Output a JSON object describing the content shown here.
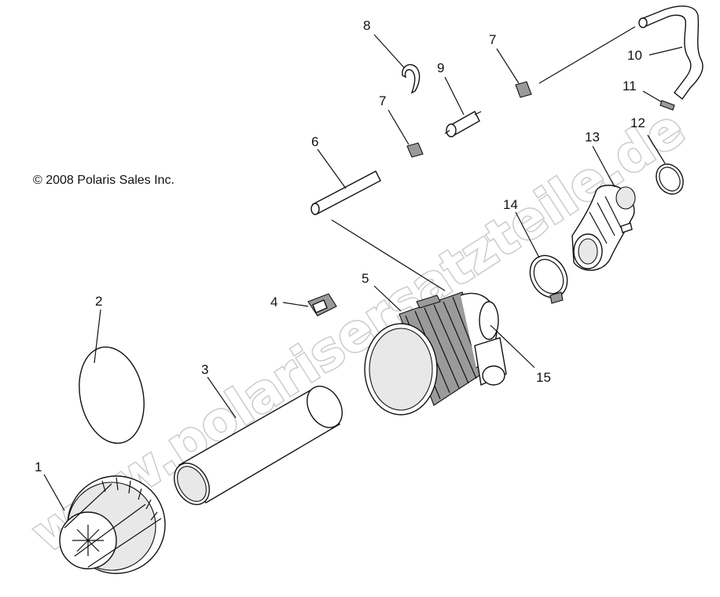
{
  "copyright": "© 2008 Polaris Sales Inc.",
  "watermark": "www.polarisersatzteile.de",
  "callouts": {
    "c1": "1",
    "c2": "2",
    "c3": "3",
    "c4": "4",
    "c5": "5",
    "c6": "6",
    "c7a": "7",
    "c7b": "7",
    "c8": "8",
    "c9": "9",
    "c10": "10",
    "c11": "11",
    "c12": "12",
    "c13": "13",
    "c14": "14",
    "c15": "15"
  }
}
